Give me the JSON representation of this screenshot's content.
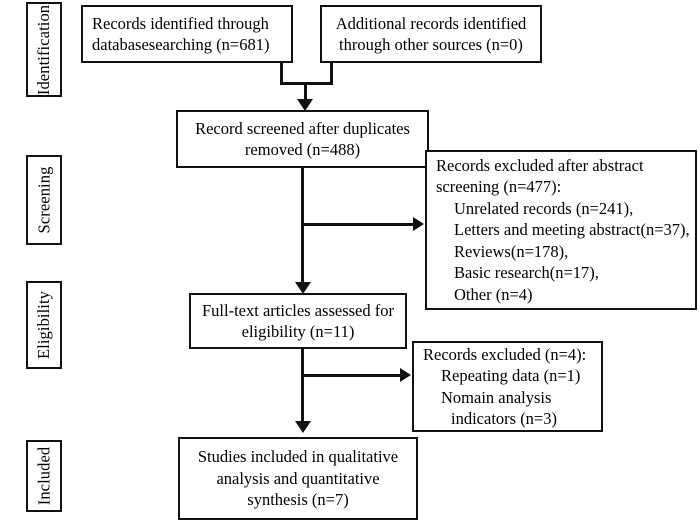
{
  "diagram": {
    "title": "PRISMA study selection flow diagram",
    "type": "flowchart",
    "line_color": "#111111",
    "background": "#ffffff"
  },
  "stages": [
    {
      "label": "Identification"
    },
    {
      "label": "Screening"
    },
    {
      "label": "Eligibility"
    },
    {
      "label": "Included"
    }
  ],
  "boxes": {
    "identified_db": {
      "line1": "Records identified through",
      "line2": "databasesearching (n=681)"
    },
    "identified_other": {
      "line1": "Additional records identified",
      "line2": "through other sources (n=0)"
    },
    "screened": {
      "line1": "Record screened after duplicates",
      "line2": "removed (n=488)"
    },
    "excluded_abstract": {
      "line1": "Records excluded after abstract",
      "line2": "screening (n=477):",
      "line3": "Unrelated records (n=241),",
      "line4": "Letters and meeting abstract(n=37),",
      "line5": "Reviews(n=178),",
      "line6": "Basic research(n=17),",
      "line7": "Other (n=4)"
    },
    "fulltext": {
      "line1": "Full-text articles assessed for",
      "line2": "eligibility (n=11)"
    },
    "excluded_fulltext": {
      "line1": "Records excluded (n=4):",
      "line2": "Repeating data (n=1)",
      "line3": "Nomain analysis",
      "line4": "indicators (n=3)"
    },
    "included": {
      "line1": "Studies included in qualitative",
      "line2": "analysis and quantitative",
      "line3": "synthesis (n=7)"
    }
  },
  "counts": {
    "database_records": 681,
    "other_source_records": 0,
    "screened_after_duplicates": 488,
    "excluded_after_abstract": 477,
    "excluded_unrelated": 241,
    "excluded_letters_meeting": 37,
    "excluded_reviews": 178,
    "excluded_basic_research": 17,
    "excluded_other": 4,
    "fulltext_assessed": 11,
    "excluded_fulltext_total": 4,
    "excluded_repeating_data": 1,
    "excluded_no_main_indicators": 3,
    "included_studies": 7
  }
}
